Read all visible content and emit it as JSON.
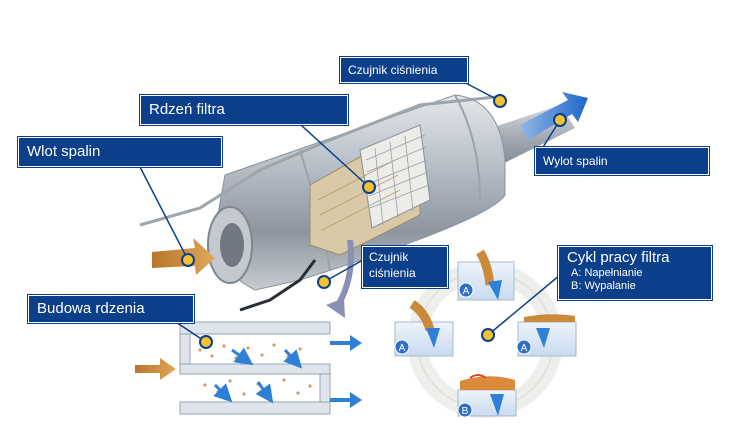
{
  "labels": {
    "inlet": "Wlot spalin",
    "core": "Rdzeń filtra",
    "sensor_top": "Czujnik ciśnienia",
    "outlet": "Wylot spalin",
    "sensor_bottom_line1": "Czujnik",
    "sensor_bottom_line2": "ciśnienia",
    "structure": "Budowa rdzenia",
    "cycle_title": "Cykl pracy filtra",
    "cycle_a": "A: Napełnianie",
    "cycle_b": "B: Wypalanie"
  },
  "markers": {
    "a": "A",
    "b": "B"
  },
  "colors": {
    "label_bg": "#0b3f8a",
    "leader": "#0b3f8a",
    "marker": "#f2c230",
    "flow_arrow": "#2e7fd6",
    "exhaust_arrow": "#c98a3a"
  }
}
